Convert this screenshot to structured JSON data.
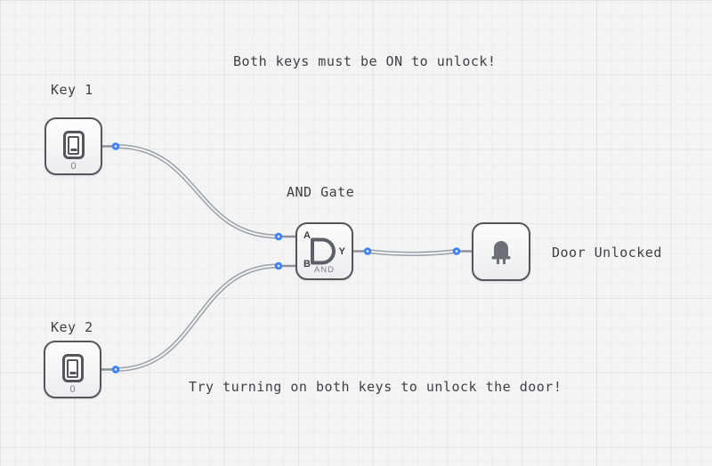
{
  "colors": {
    "background": "#f4f4f5",
    "grid_line": "#e8e8ec",
    "accent": "#3b82f6",
    "component_border": "#54565c",
    "wire": "#9aa0a8",
    "pin": "#8e9299",
    "icon": "#6d7177",
    "text": "#3f3f46",
    "muted_text": "#7a7e86"
  },
  "annotations": {
    "title": "Both keys must be ON to unlock!",
    "hint": "Try turning on both keys to unlock the door!"
  },
  "components": {
    "key1": {
      "label": "Key 1",
      "type": "toggle-switch",
      "state": "0"
    },
    "key2": {
      "label": "Key 2",
      "type": "toggle-switch",
      "state": "0"
    },
    "and_gate": {
      "label": "AND Gate",
      "gate_name": "AND",
      "pin_a": "A",
      "pin_b": "B",
      "pin_y": "Y"
    },
    "led": {
      "label": "Door Unlocked",
      "type": "led"
    }
  }
}
